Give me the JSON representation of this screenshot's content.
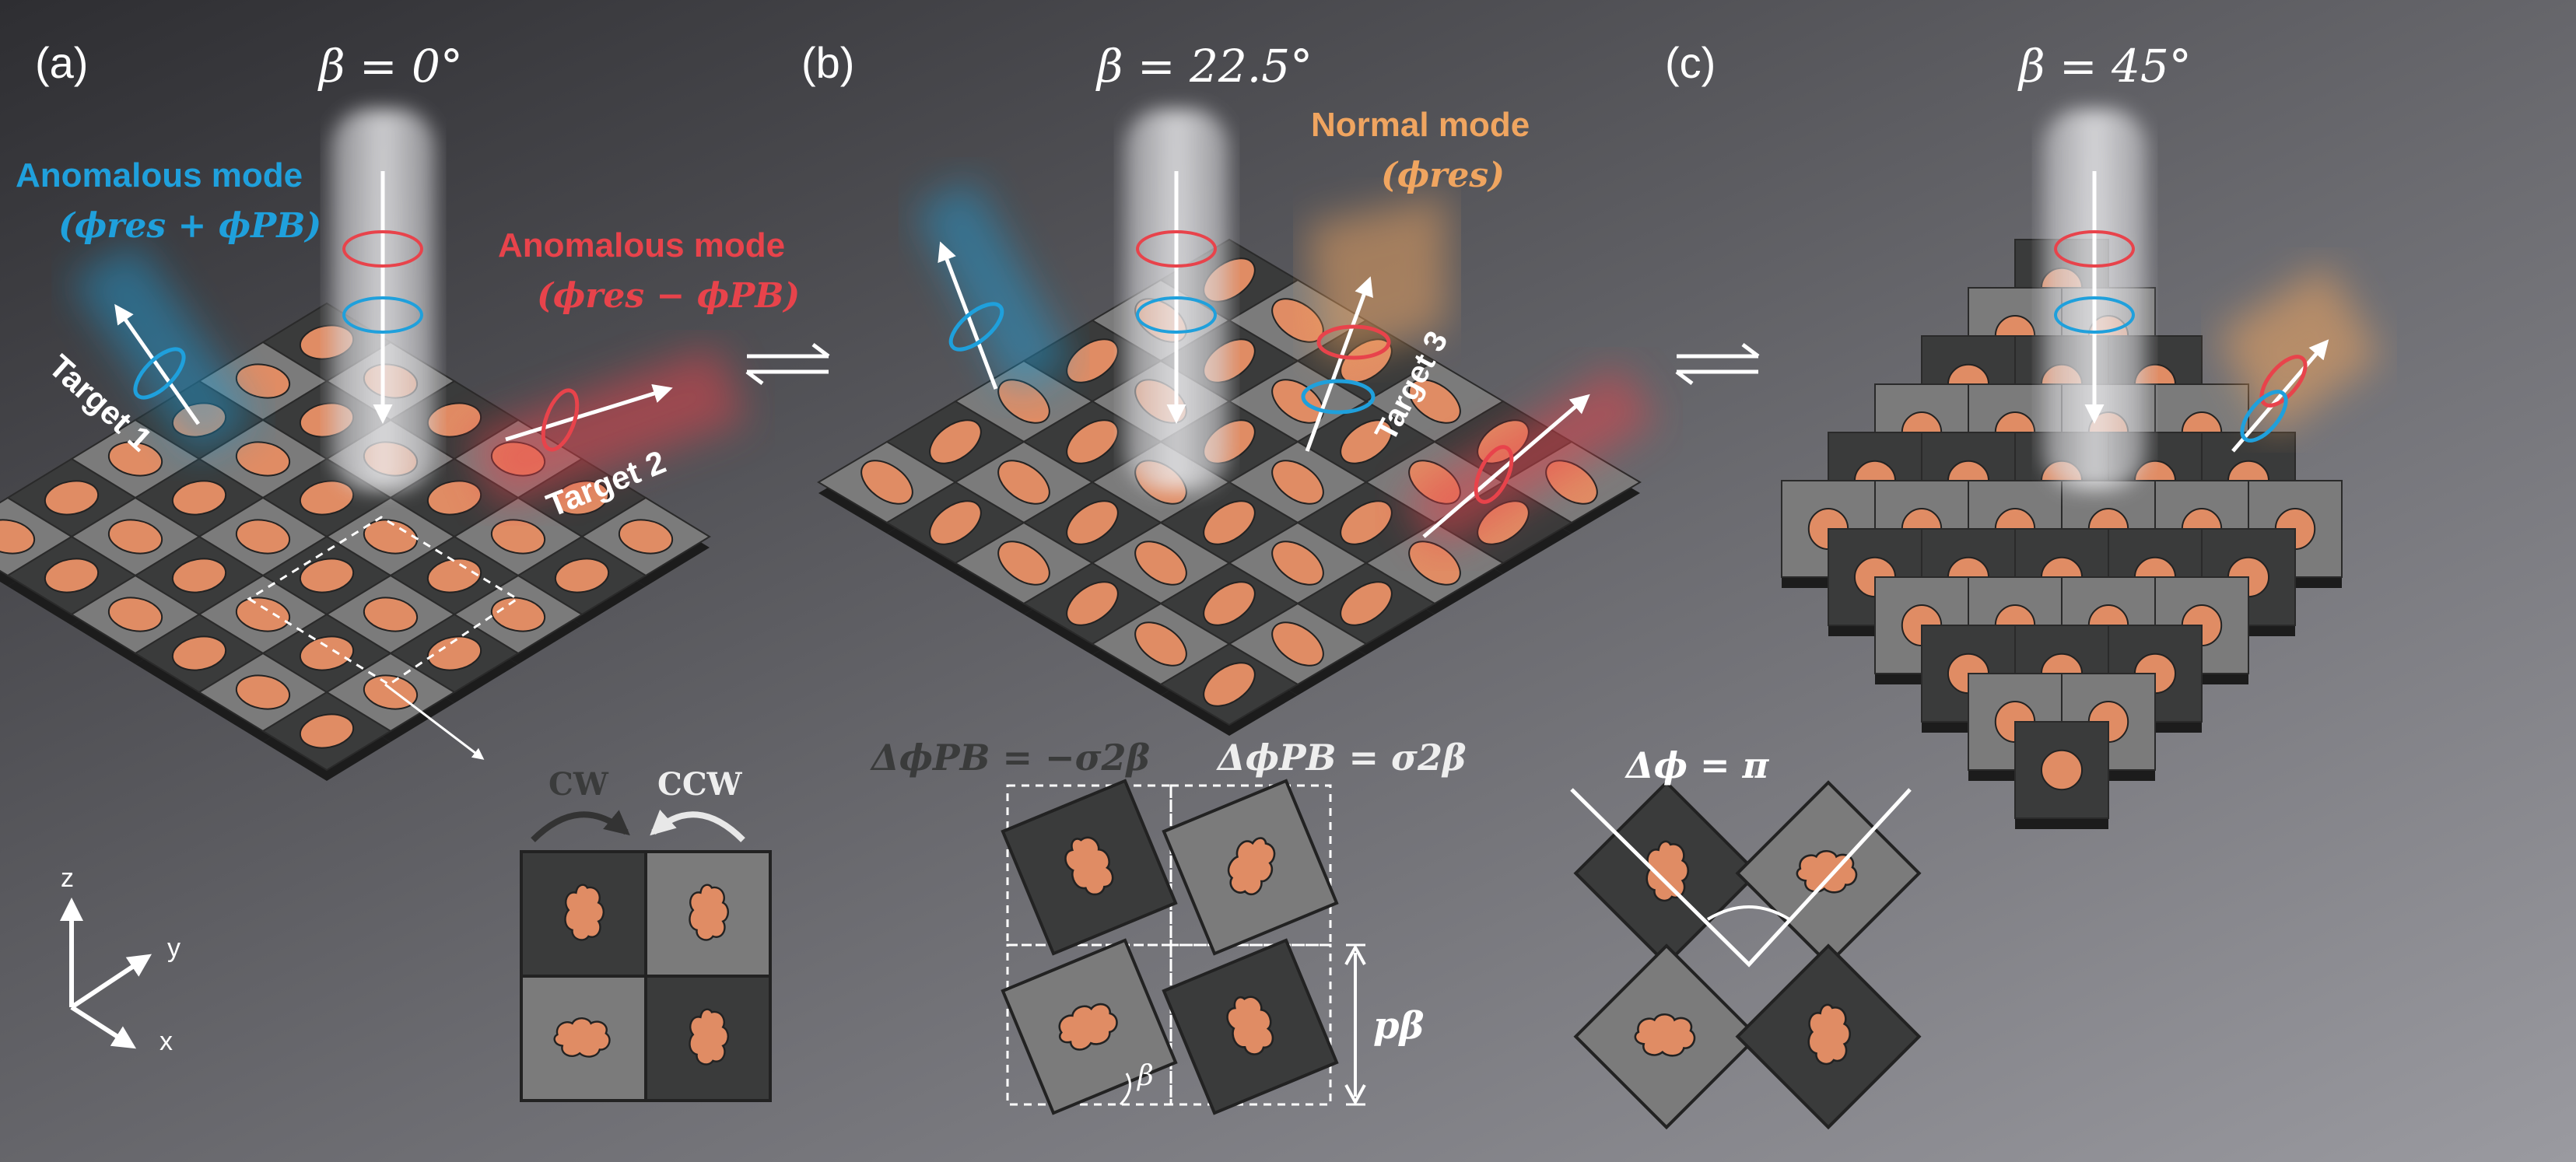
{
  "panels": {
    "a": {
      "tag": "(a)",
      "beta": "β = 0°"
    },
    "b": {
      "tag": "(b)",
      "beta": "β = 22.5°"
    },
    "c": {
      "tag": "(c)",
      "beta": "β = 45°"
    }
  },
  "modes": {
    "anomalous_plus": {
      "title": "Anomalous mode",
      "phase": "(ϕres + ϕPB)"
    },
    "anomalous_minus": {
      "title": "Anomalous mode",
      "phase": "(ϕres − ϕPB)"
    },
    "normal": {
      "title": "Normal mode",
      "phase": "(ϕres)"
    }
  },
  "targets": {
    "t1": "Target 1",
    "t2": "Target 2",
    "t3": "Target 3"
  },
  "rotation": {
    "cw": "CW",
    "ccw": "CCW"
  },
  "phase_labels": {
    "minus": "ΔϕPB = −σ2β",
    "plus": "ΔϕPB = σ2β",
    "pi": "Δϕ = π",
    "period": "pβ",
    "beta_angle": "β"
  },
  "axes": {
    "z": "z",
    "y": "y",
    "x": "x"
  },
  "colors": {
    "blue": "#1fa0dc",
    "red": "#e8434b",
    "orange": "#f0a560",
    "dark_tile": "#3a3b3b",
    "light_tile": "#7b7b7b",
    "resonator": "#e08c64"
  }
}
